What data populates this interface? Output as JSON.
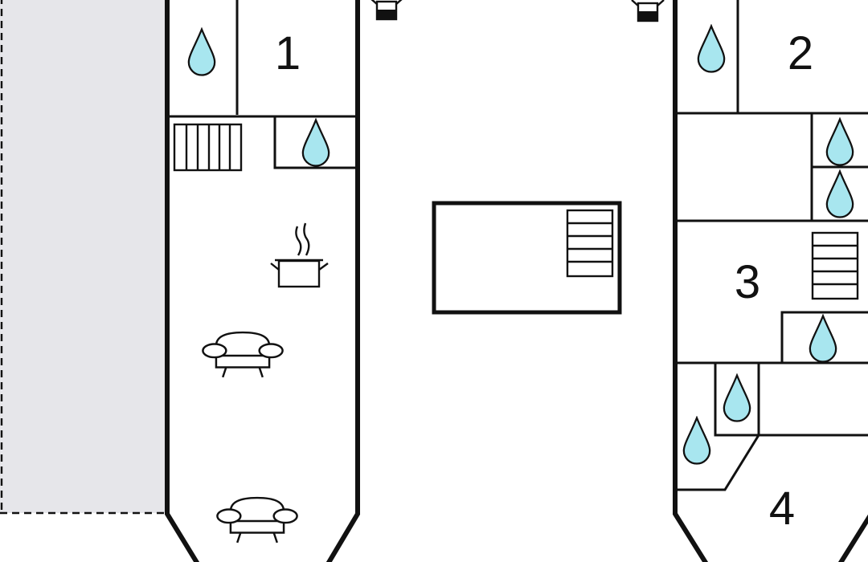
{
  "floorplan": {
    "colors": {
      "wall": "#111111",
      "water": "#a8e6ef",
      "terrace": "#e6e6ea",
      "background": "#ffffff"
    },
    "rooms": [
      {
        "label": "1"
      },
      {
        "label": "2"
      },
      {
        "label": "3"
      },
      {
        "label": "4"
      }
    ],
    "icons": [
      "water-drop-icon",
      "staircase-icon",
      "cooking-pot-icon",
      "sofa-icon",
      "outdoor-light-icon"
    ]
  }
}
